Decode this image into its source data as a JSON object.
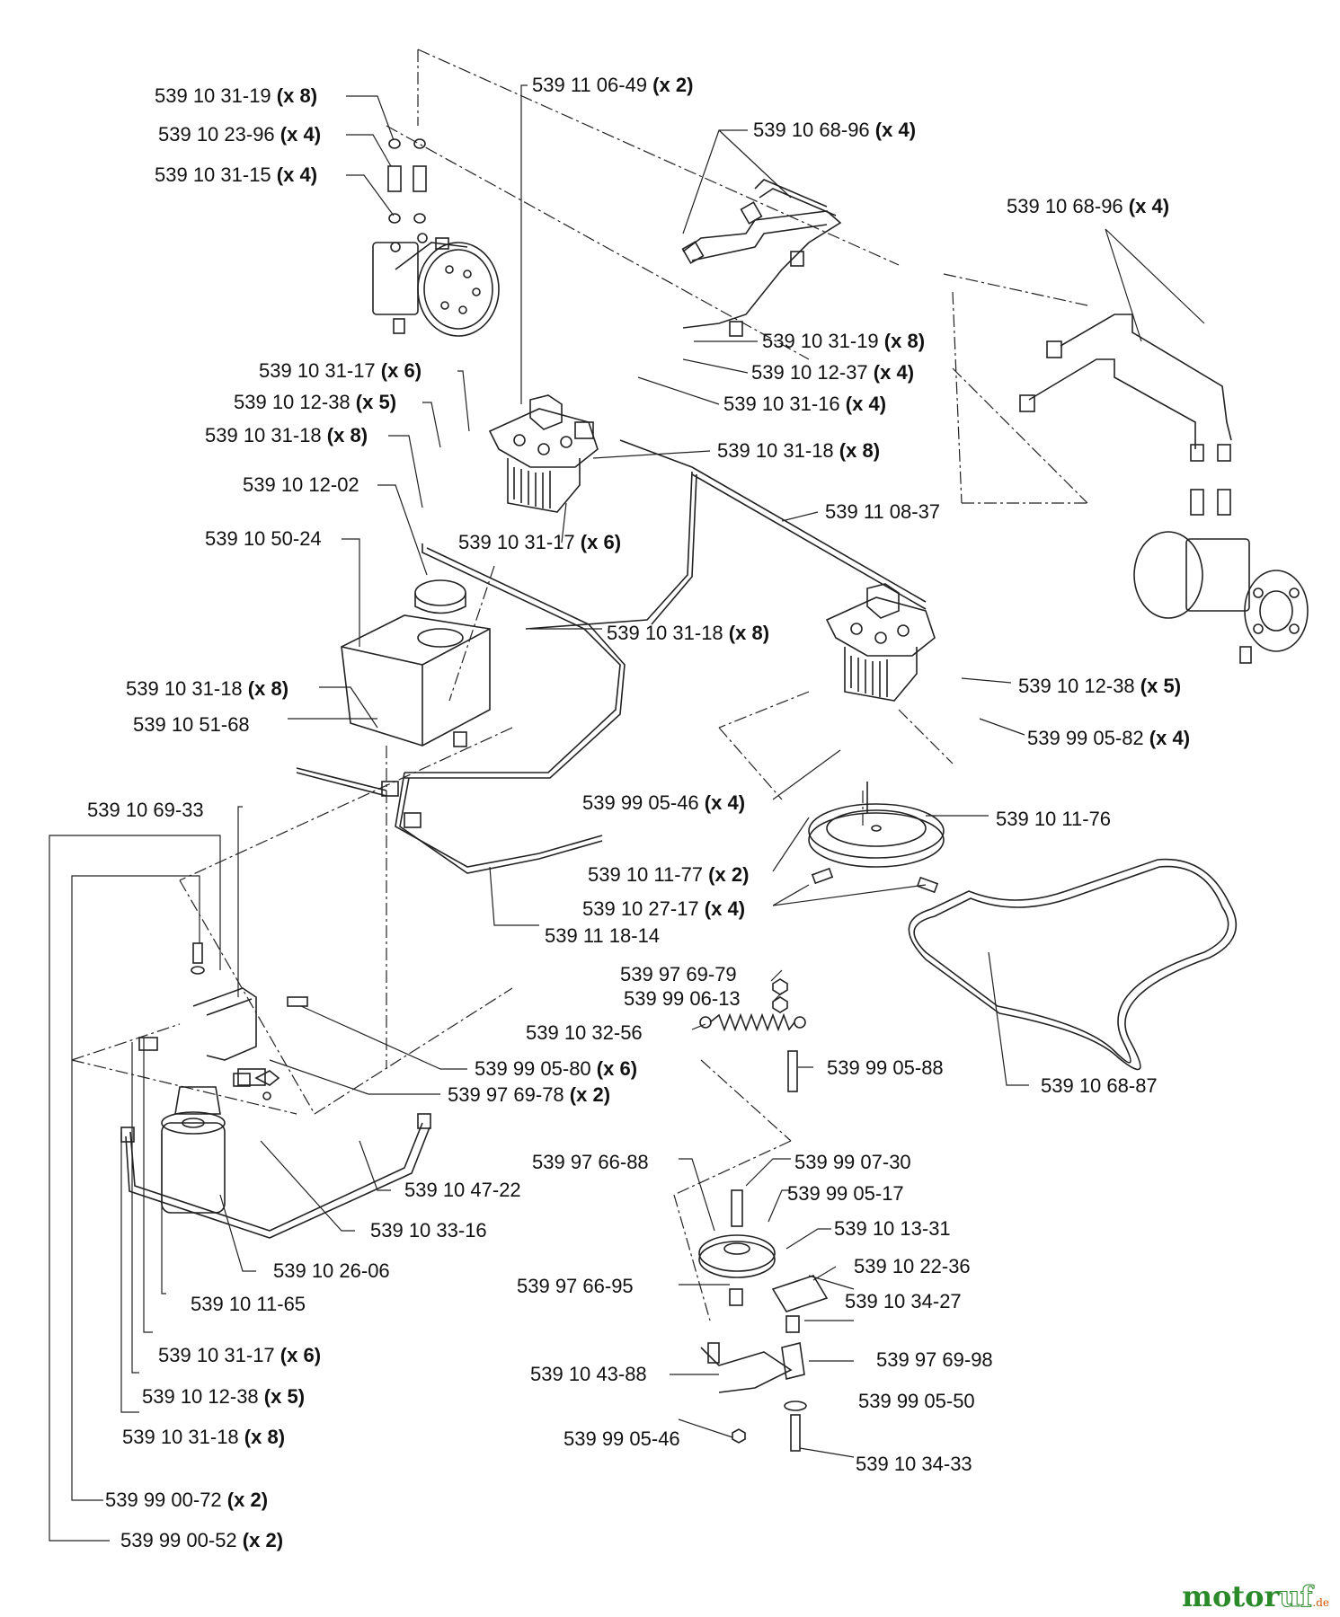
{
  "callouts": [
    {
      "id": "c1",
      "part": "539 10 31-19",
      "qty": "(x 8)"
    },
    {
      "id": "c2",
      "part": "539 10 23-96",
      "qty": "(x 4)"
    },
    {
      "id": "c3",
      "part": "539 10 31-15",
      "qty": "(x 4)"
    },
    {
      "id": "c4",
      "part": "539 11 06-49",
      "qty": "(x 2)"
    },
    {
      "id": "c5",
      "part": "539 10 68-96",
      "qty": "(x 4)"
    },
    {
      "id": "c6",
      "part": "539 10 68-96",
      "qty": "(x 4)"
    },
    {
      "id": "c7",
      "part": "539 10 31-19",
      "qty": "(x 8)"
    },
    {
      "id": "c8",
      "part": "539 10 12-37",
      "qty": "(x 4)"
    },
    {
      "id": "c9",
      "part": "539 10 31-16",
      "qty": "(x 4)"
    },
    {
      "id": "c10",
      "part": "539 10 31-17",
      "qty": "(x 6)"
    },
    {
      "id": "c11",
      "part": "539 10 12-38",
      "qty": "(x 5)"
    },
    {
      "id": "c12",
      "part": "539 10 31-18",
      "qty": "(x 8)"
    },
    {
      "id": "c13",
      "part": "539 10 31-18",
      "qty": "(x 8)"
    },
    {
      "id": "c14",
      "part": "539 10 12-02",
      "qty": ""
    },
    {
      "id": "c15",
      "part": "539 10 31-17",
      "qty": "(x 6)"
    },
    {
      "id": "c16",
      "part": "539 11 08-37",
      "qty": ""
    },
    {
      "id": "c17",
      "part": "539 10 50-24",
      "qty": ""
    },
    {
      "id": "c18",
      "part": "539 10 31-18",
      "qty": "(x 8)"
    },
    {
      "id": "c19",
      "part": "539 10 31-18",
      "qty": "(x 8)"
    },
    {
      "id": "c20",
      "part": "539 10 12-38",
      "qty": "(x 5)"
    },
    {
      "id": "c21",
      "part": "539 10 51-68",
      "qty": ""
    },
    {
      "id": "c22",
      "part": "539 99 05-82",
      "qty": "(x 4)"
    },
    {
      "id": "c23",
      "part": "539 99 05-46",
      "qty": "(x 4)"
    },
    {
      "id": "c24",
      "part": "539 10 69-33",
      "qty": ""
    },
    {
      "id": "c25",
      "part": "539 10 11-76",
      "qty": ""
    },
    {
      "id": "c26",
      "part": "539 10 11-77",
      "qty": "(x 2)"
    },
    {
      "id": "c27",
      "part": "539 10 27-17",
      "qty": "(x 4)"
    },
    {
      "id": "c28",
      "part": "539 11 18-14",
      "qty": ""
    },
    {
      "id": "c29",
      "part": "539 97 69-79",
      "qty": ""
    },
    {
      "id": "c30",
      "part": "539 99 06-13",
      "qty": ""
    },
    {
      "id": "c31",
      "part": "539 10 32-56",
      "qty": ""
    },
    {
      "id": "c32",
      "part": "539 99 05-80",
      "qty": "(x 6)"
    },
    {
      "id": "c33",
      "part": "539 97 69-78",
      "qty": "(x 2)"
    },
    {
      "id": "c34",
      "part": "539 99 05-88",
      "qty": ""
    },
    {
      "id": "c35",
      "part": "539 10 68-87",
      "qty": ""
    },
    {
      "id": "c36",
      "part": "539 97 66-88",
      "qty": ""
    },
    {
      "id": "c37",
      "part": "539 99 07-30",
      "qty": ""
    },
    {
      "id": "c38",
      "part": "539 99 05-17",
      "qty": ""
    },
    {
      "id": "c39",
      "part": "539 10 47-22",
      "qty": ""
    },
    {
      "id": "c40",
      "part": "539 10 33-16",
      "qty": ""
    },
    {
      "id": "c41",
      "part": "539 10 13-31",
      "qty": ""
    },
    {
      "id": "c42",
      "part": "539 10 26-06",
      "qty": ""
    },
    {
      "id": "c43",
      "part": "539 10 22-36",
      "qty": ""
    },
    {
      "id": "c44",
      "part": "539 97 66-95",
      "qty": ""
    },
    {
      "id": "c45",
      "part": "539 10 11-65",
      "qty": ""
    },
    {
      "id": "c46",
      "part": "539 10 34-27",
      "qty": ""
    },
    {
      "id": "c47",
      "part": "539 10 31-17",
      "qty": "(x 6)"
    },
    {
      "id": "c48",
      "part": "539 97 69-98",
      "qty": ""
    },
    {
      "id": "c49",
      "part": "539 10 43-88",
      "qty": ""
    },
    {
      "id": "c50",
      "part": "539 10 12-38",
      "qty": "(x 5)"
    },
    {
      "id": "c51",
      "part": "539 99 05-50",
      "qty": ""
    },
    {
      "id": "c52",
      "part": "539 10 31-18",
      "qty": "(x 8)"
    },
    {
      "id": "c53",
      "part": "539 99 05-46",
      "qty": ""
    },
    {
      "id": "c54",
      "part": "539 10 34-33",
      "qty": ""
    },
    {
      "id": "c55",
      "part": "539 99 00-72",
      "qty": "(x 2)"
    },
    {
      "id": "c56",
      "part": "539 99 00-52",
      "qty": "(x 2)"
    }
  ],
  "watermark": {
    "motor": "motor",
    "ruf": "uf",
    "tld": ".de"
  }
}
